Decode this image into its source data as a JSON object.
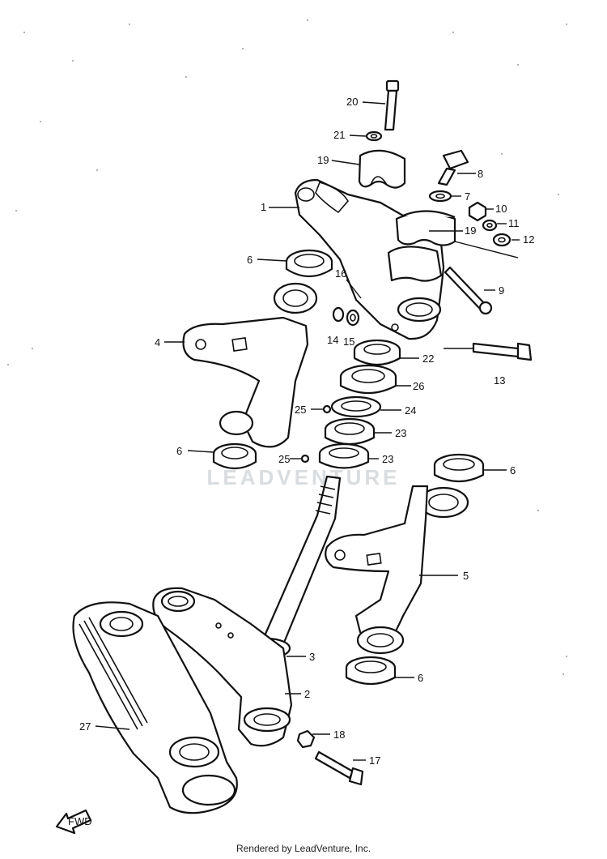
{
  "diagram": {
    "callouts": [
      {
        "id": "c20",
        "text": "20"
      },
      {
        "id": "c21",
        "text": "21"
      },
      {
        "id": "c19a",
        "text": "19"
      },
      {
        "id": "c8",
        "text": "8"
      },
      {
        "id": "c7",
        "text": "7"
      },
      {
        "id": "c1",
        "text": "1"
      },
      {
        "id": "c10",
        "text": "10"
      },
      {
        "id": "c11",
        "text": "11"
      },
      {
        "id": "c19b",
        "text": "19"
      },
      {
        "id": "c12",
        "text": "12"
      },
      {
        "id": "c6a",
        "text": "6"
      },
      {
        "id": "c16",
        "text": "16"
      },
      {
        "id": "c9",
        "text": "9"
      },
      {
        "id": "c4",
        "text": "4"
      },
      {
        "id": "c14",
        "text": "14"
      },
      {
        "id": "c15",
        "text": "15"
      },
      {
        "id": "c13",
        "text": "13"
      },
      {
        "id": "c22",
        "text": "22"
      },
      {
        "id": "c26",
        "text": "26"
      },
      {
        "id": "c25a",
        "text": "25"
      },
      {
        "id": "c24",
        "text": "24"
      },
      {
        "id": "c23a",
        "text": "23"
      },
      {
        "id": "c6b",
        "text": "6"
      },
      {
        "id": "c25b",
        "text": "25"
      },
      {
        "id": "c23b",
        "text": "23"
      },
      {
        "id": "c6c",
        "text": "6"
      },
      {
        "id": "c5",
        "text": "5"
      },
      {
        "id": "c3",
        "text": "3"
      },
      {
        "id": "c2",
        "text": "2"
      },
      {
        "id": "c6d",
        "text": "6"
      },
      {
        "id": "c27",
        "text": "27"
      },
      {
        "id": "c18",
        "text": "18"
      },
      {
        "id": "c17",
        "text": "17"
      }
    ],
    "fwd_label": "FWD",
    "watermark": "LEADVENTURE"
  },
  "footer": {
    "text": "Rendered by LeadVenture, Inc."
  }
}
